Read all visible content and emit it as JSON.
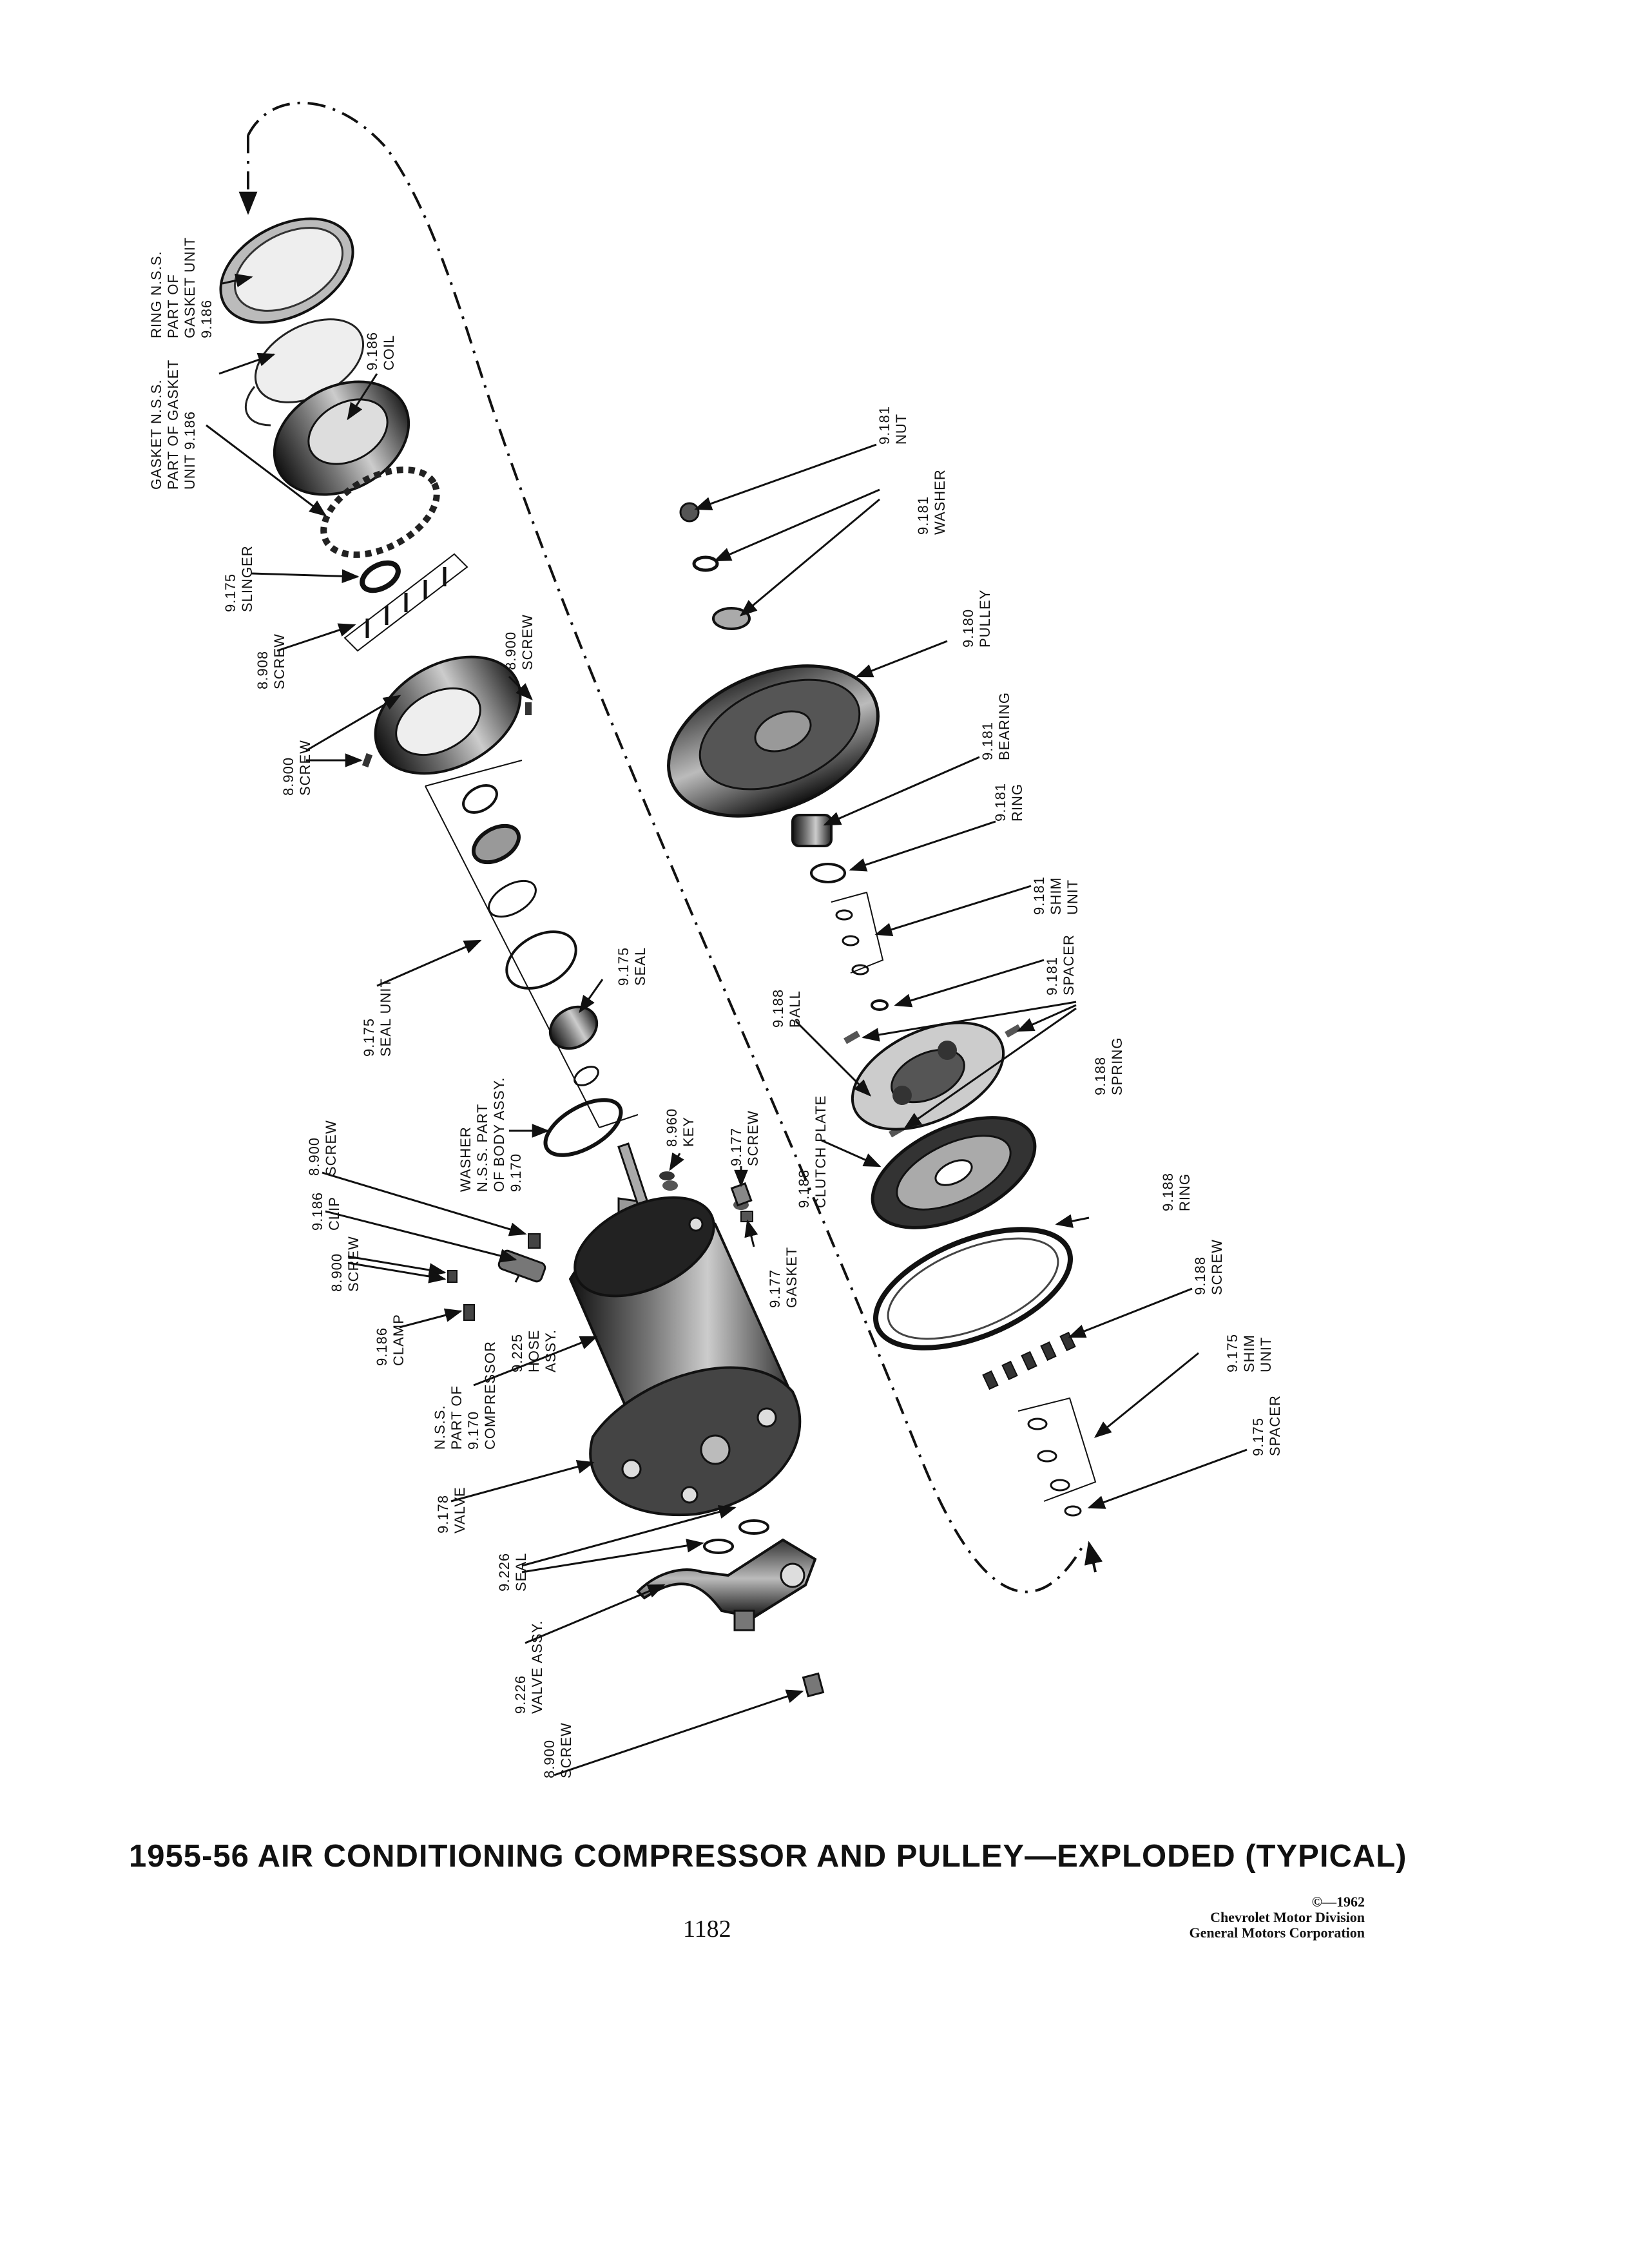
{
  "title": "1955-56 AIR CONDITIONING COMPRESSOR AND PULLEY—EXPLODED (TYPICAL)",
  "page_number": "1182",
  "copyright": {
    "line1": "©—1962",
    "line2": "Chevrolet Motor Division",
    "line3": "General Motors Corporation"
  },
  "labels": [
    {
      "id": "ring-nss",
      "lines": [
        "RING N.S.S.",
        "PART OF",
        "GASKET UNIT",
        "9.186"
      ]
    },
    {
      "id": "coil",
      "lines": [
        "9.186",
        "COIL"
      ]
    },
    {
      "id": "gasket-nss",
      "lines": [
        "GASKET N.S.S.",
        "PART OF GASKET",
        "UNIT 9.186"
      ]
    },
    {
      "id": "slinger",
      "lines": [
        "9.175",
        "SLINGER"
      ]
    },
    {
      "id": "screw-8908",
      "lines": [
        "8.908",
        "SCREW"
      ]
    },
    {
      "id": "screw-8900-top",
      "lines": [
        "8.900",
        "SCREW"
      ]
    },
    {
      "id": "screw-8900-a",
      "lines": [
        "8.900",
        "SCREW"
      ]
    },
    {
      "id": "seal-unit",
      "lines": [
        "9.175",
        "SEAL UNIT"
      ]
    },
    {
      "id": "seal-9175",
      "lines": [
        "9.175",
        "SEAL"
      ]
    },
    {
      "id": "washer-body",
      "lines": [
        "WASHER",
        "N.S.S. PART",
        "OF BODY ASSY.",
        "9.170"
      ]
    },
    {
      "id": "key",
      "lines": [
        "8.960",
        "KEY"
      ]
    },
    {
      "id": "screw-9177",
      "lines": [
        "9.177",
        "SCREW"
      ]
    },
    {
      "id": "gasket-9177",
      "lines": [
        "9.177",
        "GASKET"
      ]
    },
    {
      "id": "screw-8900-b",
      "lines": [
        "8.900",
        "SCREW"
      ]
    },
    {
      "id": "clip",
      "lines": [
        "9.186",
        "CLIP"
      ]
    },
    {
      "id": "screw-8900-c",
      "lines": [
        "8.900",
        "SCREW"
      ]
    },
    {
      "id": "clamp",
      "lines": [
        "9.186",
        "CLAMP"
      ]
    },
    {
      "id": "hose-assy",
      "lines": [
        "9.225",
        "HOSE",
        "ASSY."
      ]
    },
    {
      "id": "compressor",
      "lines": [
        "N.S.S.",
        "PART OF",
        "9.170",
        "COMPRESSOR"
      ]
    },
    {
      "id": "valve-9178",
      "lines": [
        "9.178",
        "VALVE"
      ]
    },
    {
      "id": "seal-9226",
      "lines": [
        "9.226",
        "SEAL"
      ]
    },
    {
      "id": "valve-assy",
      "lines": [
        "9.226",
        "VALVE ASSY."
      ]
    },
    {
      "id": "screw-8900-bottom",
      "lines": [
        "8.900",
        "SCREW"
      ]
    },
    {
      "id": "nut",
      "lines": [
        "9.181",
        "NUT"
      ]
    },
    {
      "id": "washer-9181",
      "lines": [
        "9.181",
        "WASHER"
      ]
    },
    {
      "id": "pulley",
      "lines": [
        "9.180",
        "PULLEY"
      ]
    },
    {
      "id": "bearing",
      "lines": [
        "9.181",
        "BEARING"
      ]
    },
    {
      "id": "ring-9181",
      "lines": [
        "9.181",
        "RING"
      ]
    },
    {
      "id": "shim-9181",
      "lines": [
        "9.181",
        "SHIM",
        "UNIT"
      ]
    },
    {
      "id": "spacer-9181",
      "lines": [
        "9.181",
        "SPACER"
      ]
    },
    {
      "id": "ball",
      "lines": [
        "9.188",
        "BALL"
      ]
    },
    {
      "id": "spring",
      "lines": [
        "9.188",
        "SPRING"
      ]
    },
    {
      "id": "clutch-plate",
      "lines": [
        "9.188",
        "CLUTCH PLATE"
      ]
    },
    {
      "id": "ring-9188",
      "lines": [
        "9.188",
        "RING"
      ]
    },
    {
      "id": "screw-9188",
      "lines": [
        "9.188",
        "SCREW"
      ]
    },
    {
      "id": "shim-9175",
      "lines": [
        "9.175",
        "SHIM",
        "UNIT"
      ]
    },
    {
      "id": "spacer-9175",
      "lines": [
        "9.175",
        "SPACER"
      ]
    }
  ]
}
